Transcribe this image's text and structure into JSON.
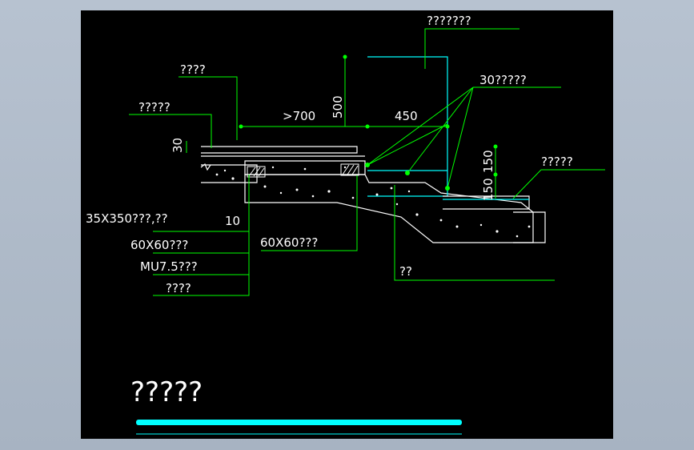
{
  "colors": {
    "background": "#000000",
    "leader": "#00ff00",
    "outline": "#ffffff",
    "water": "#00ffff",
    "desktop": "#a9b5c4"
  },
  "labels": {
    "top_right": "???????",
    "upper_left": "????",
    "left_upper": "?????",
    "thirty_note": "30?????",
    "right_mid": "?????",
    "dim_30": "30",
    "dim_gt700": ">700",
    "dim_500": "500",
    "dim_450": "450",
    "dim_150a": "150",
    "dim_150b": "150",
    "dim_10": "10",
    "layer_1": "35X350???,??",
    "layer_2": "60X60???",
    "layer_3": "MU7.5???",
    "layer_4": "????",
    "mid_60x60": "60X60???",
    "bottom_mid": "??",
    "title": "?????"
  }
}
